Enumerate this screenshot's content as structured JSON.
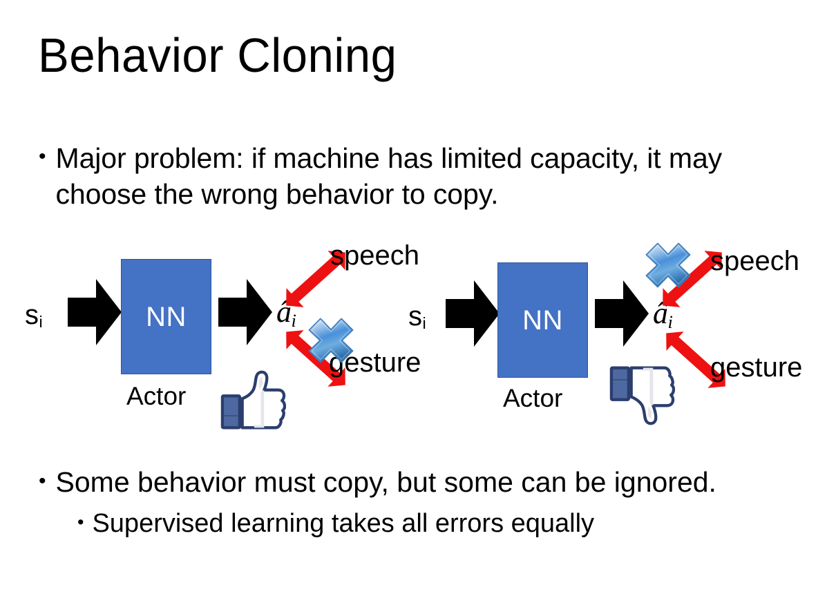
{
  "slide": {
    "title": "Behavior Cloning",
    "background_color": "#FFFFFF"
  },
  "bullets": [
    {
      "marker": "•",
      "text": "Major problem: if machine has limited capacity, it may choose the wrong behavior to copy.",
      "level": 1
    },
    {
      "marker": "•",
      "text": "Some behavior must copy, but some can be ignored.",
      "level": 1
    },
    {
      "marker": "•",
      "text": "Supervised learning takes all errors equally",
      "level": 2
    }
  ],
  "diagram": {
    "colors": {
      "nn_box_fill": "#4472C4",
      "nn_box_border": "#2F5597",
      "arrow_black": "#000000",
      "arrow_red": "#EE1111",
      "x_blue_light": "#CFE2F7",
      "x_blue_mid": "#5B9BD5",
      "x_blue_dark": "#2E75B6",
      "thumb_blue": "#3B5998",
      "thumb_shadow": "#E4E6EB"
    },
    "panels": [
      {
        "id": "left",
        "state_label": "s",
        "state_subscript": "i",
        "box_label": "NN",
        "box_caption": "Actor",
        "action_label": "â",
        "action_subscript": "i",
        "branches": [
          {
            "name": "speech",
            "label": "speech",
            "direction": "up-right",
            "crossed_out": false
          },
          {
            "name": "gesture",
            "label": "gesture",
            "direction": "down-right",
            "crossed_out": true
          }
        ],
        "verdict_icon": "thumbs-up-icon",
        "verdict": "approved"
      },
      {
        "id": "right",
        "state_label": "s",
        "state_subscript": "i",
        "box_label": "NN",
        "box_caption": "Actor",
        "action_label": "â",
        "action_subscript": "i",
        "branches": [
          {
            "name": "speech",
            "label": "speech",
            "direction": "up-right",
            "crossed_out": true
          },
          {
            "name": "gesture",
            "label": "gesture",
            "direction": "down-right",
            "crossed_out": false
          }
        ],
        "verdict_icon": "thumbs-down-icon",
        "verdict": "rejected"
      }
    ]
  }
}
